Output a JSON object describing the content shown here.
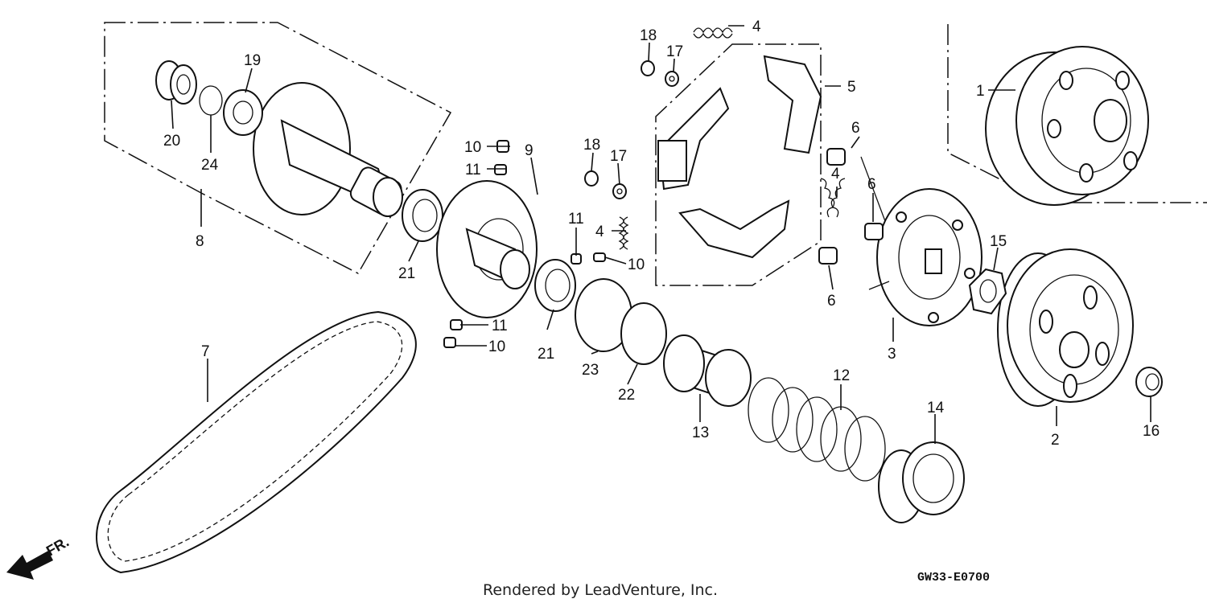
{
  "diagram": {
    "callouts": [
      "1",
      "2",
      "3",
      "4",
      "4",
      "4",
      "5",
      "6",
      "6",
      "6",
      "7",
      "8",
      "9",
      "10",
      "10",
      "10",
      "11",
      "11",
      "11",
      "12",
      "13",
      "14",
      "15",
      "16",
      "17",
      "17",
      "18",
      "18",
      "19",
      "20",
      "21",
      "21",
      "22",
      "23",
      "24"
    ],
    "direction_label": "FR.",
    "diagram_code": "GW33-E0700",
    "credit": "Rendered by LeadVenture, Inc."
  }
}
